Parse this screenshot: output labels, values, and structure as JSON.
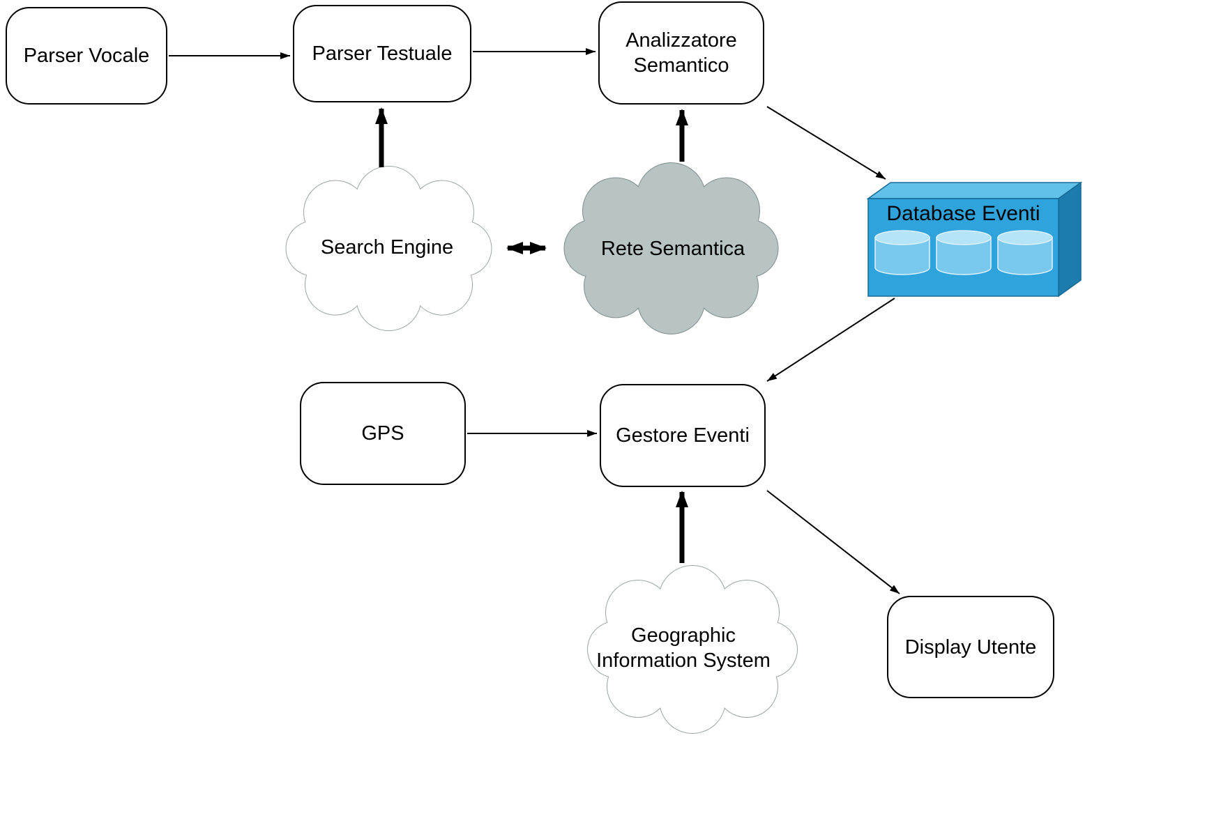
{
  "diagram": {
    "background": "#ffffff",
    "nodes": {
      "parser_vocale": {
        "label": "Parser Vocale",
        "shape": "rounded-rect",
        "fill": "#ffffff"
      },
      "parser_testuale": {
        "label": "Parser Testuale",
        "shape": "rounded-rect",
        "fill": "#ffffff"
      },
      "analizzatore_semantico": {
        "label": "Analizzatore Semantico",
        "shape": "rounded-rect",
        "fill": "#ffffff"
      },
      "search_engine": {
        "label": "Search Engine",
        "shape": "cloud",
        "fill": "#ffffff"
      },
      "rete_semantica": {
        "label": "Rete Semantica",
        "shape": "cloud",
        "fill": "#b7c4c3"
      },
      "database_eventi": {
        "label": "Database Eventi",
        "shape": "database-3d",
        "fill": "#2fa3dc"
      },
      "gps": {
        "label": "GPS",
        "shape": "rounded-rect",
        "fill": "#ffffff"
      },
      "gestore_eventi": {
        "label": "Gestore Eventi",
        "shape": "rounded-rect",
        "fill": "#ffffff"
      },
      "geographic_information_system": {
        "label": "Geographic Information System",
        "shape": "cloud",
        "fill": "#ffffff"
      },
      "display_utente": {
        "label": "Display Utente",
        "shape": "rounded-rect",
        "fill": "#ffffff"
      }
    },
    "edges": [
      {
        "from": "parser_vocale",
        "to": "parser_testuale",
        "style": "thin",
        "bidirectional": false
      },
      {
        "from": "parser_testuale",
        "to": "analizzatore_semantico",
        "style": "thin",
        "bidirectional": false
      },
      {
        "from": "search_engine",
        "to": "parser_testuale",
        "style": "thick",
        "bidirectional": false
      },
      {
        "from": "rete_semantica",
        "to": "analizzatore_semantico",
        "style": "thick",
        "bidirectional": false
      },
      {
        "from": "search_engine",
        "to": "rete_semantica",
        "style": "thick",
        "bidirectional": true
      },
      {
        "from": "analizzatore_semantico",
        "to": "database_eventi",
        "style": "thin",
        "bidirectional": false
      },
      {
        "from": "database_eventi",
        "to": "gestore_eventi",
        "style": "thin",
        "bidirectional": false
      },
      {
        "from": "gps",
        "to": "gestore_eventi",
        "style": "thin",
        "bidirectional": false
      },
      {
        "from": "geographic_information_system",
        "to": "gestore_eventi",
        "style": "thick",
        "bidirectional": false
      },
      {
        "from": "gestore_eventi",
        "to": "display_utente",
        "style": "thin",
        "bidirectional": false
      }
    ],
    "colors": {
      "node_border": "#000000",
      "arrow": "#000000",
      "cloud_outline_light": "#9aa4a4",
      "cloud_outline_dark": "#7e8e8e",
      "cloud_gray_fill": "#b7c4c3",
      "db_front": "#2fa3dc",
      "db_top": "#62c1e8",
      "db_side": "#1b7cad",
      "db_cylinder_body": "#79c9ee",
      "db_cylinder_top": "#b5e3f7"
    }
  }
}
